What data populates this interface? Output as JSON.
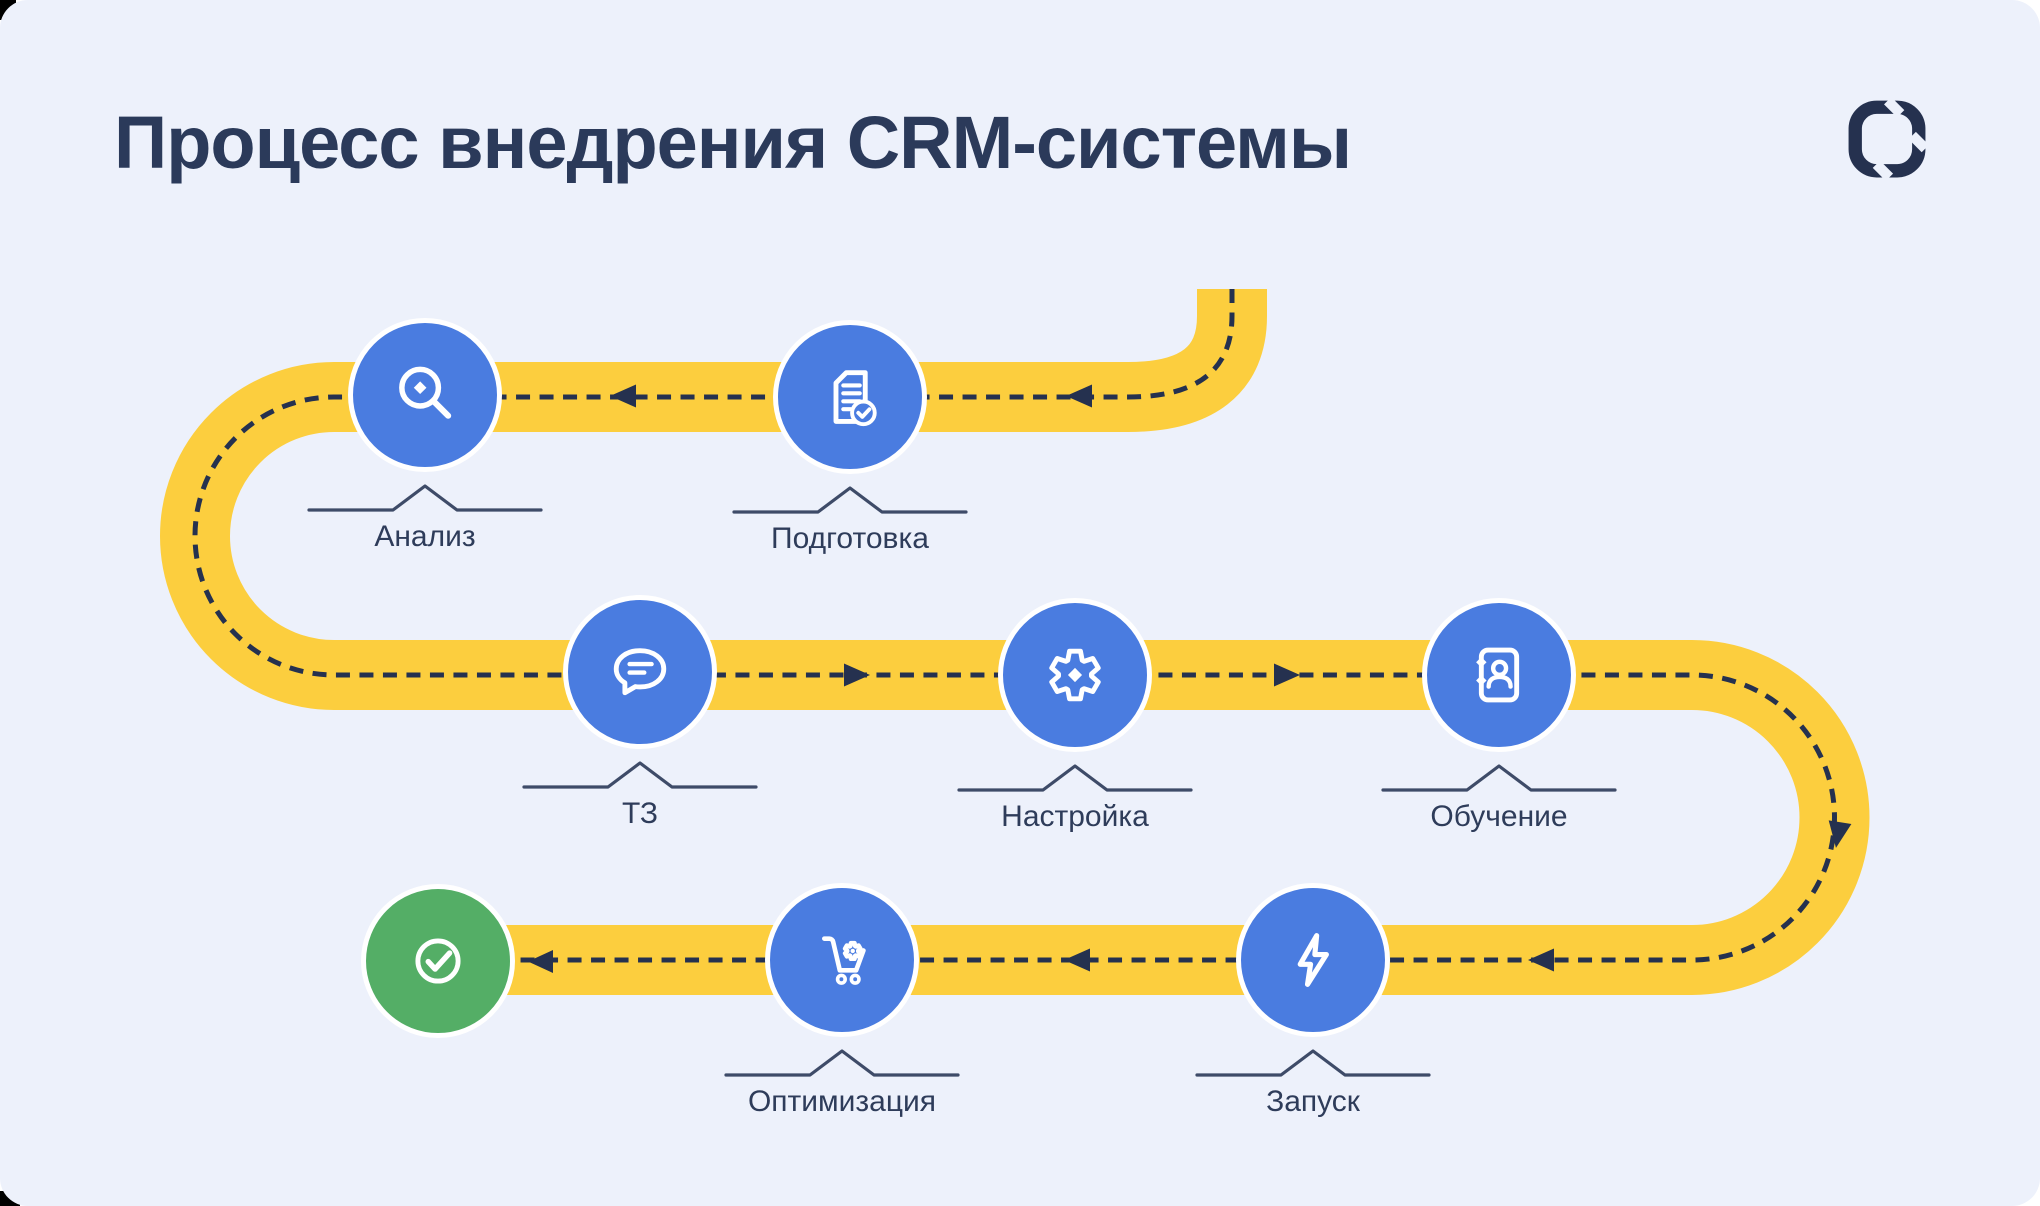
{
  "title": "Процесс внедрения CRM-системы",
  "brand": {
    "logo": "loop-logo-icon"
  },
  "process": {
    "steps": [
      {
        "label": "Подготовка",
        "icon": "document-check-icon"
      },
      {
        "label": "Анализ",
        "icon": "search-icon"
      },
      {
        "label": "ТЗ",
        "icon": "chat-bubble-icon"
      },
      {
        "label": "Настройка",
        "icon": "gear-icon"
      },
      {
        "label": "Обучение",
        "icon": "contact-book-icon"
      },
      {
        "label": "Запуск",
        "icon": "lightning-icon"
      },
      {
        "label": "Оптимизация",
        "icon": "cart-gear-icon"
      }
    ],
    "finish": {
      "icon": "check-circle-icon"
    }
  },
  "colors": {
    "bg": "#edf1fb",
    "road": "#fcce3e",
    "navy": "#25314f",
    "title": "#2b3a5a",
    "label": "#2e3c5a",
    "bracket": "#3e4b68",
    "blue": "#4a7ce0",
    "green": "#54ae66"
  }
}
